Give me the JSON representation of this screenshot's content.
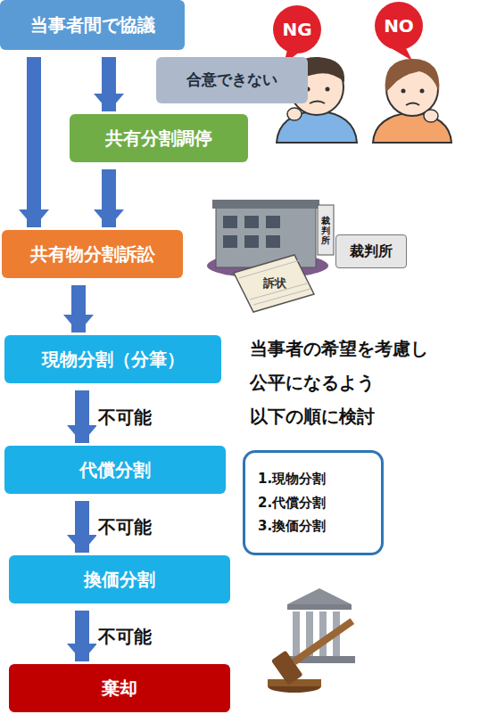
{
  "diagram": {
    "nodes": [
      {
        "text": [
          "当事者間で協議"
        ]
      },
      {
        "text": [
          "合意できない"
        ]
      },
      {
        "text": [
          "共有分割調停"
        ]
      },
      {
        "text": [
          "共有物分割訴訟"
        ]
      },
      {
        "text": [
          "裁判所"
        ]
      },
      {
        "text": [
          "現物分割（分筆）"
        ]
      },
      {
        "text": [
          "代償分割"
        ]
      },
      {
        "text": [
          "換価分割"
        ]
      },
      {
        "text": [
          "棄却"
        ]
      },
      {
        "text": [
          "1.現物分割",
          "2.代償分割",
          "3.換価分割"
        ]
      }
    ],
    "edges": [
      {
        "from": 0,
        "to": 3,
        "arrow": "to"
      },
      {
        "from": 0,
        "to": 2,
        "arrow": "to"
      },
      {
        "from": 2,
        "to": 3,
        "arrow": "to"
      },
      {
        "from": 3,
        "to": 5,
        "arrow": "to"
      },
      {
        "from": 5,
        "to": 6,
        "label": "不可能",
        "arrow": "to"
      },
      {
        "from": 6,
        "to": 7,
        "label": "不可能",
        "arrow": "to"
      },
      {
        "from": 7,
        "to": 8,
        "label": "不可能",
        "arrow": "to"
      }
    ],
    "labels": [
      "NG",
      "NO",
      "裁判所",
      "訴状",
      "当事者の希望を考慮し",
      "公平になるよう",
      "以下の順に検討"
    ]
  }
}
